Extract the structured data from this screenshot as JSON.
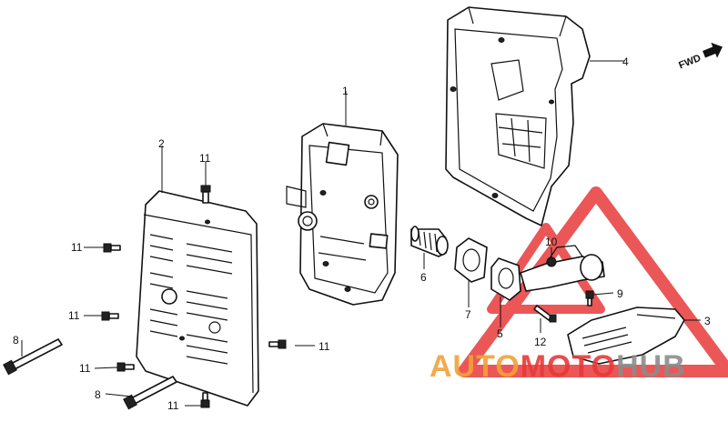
{
  "direction": {
    "label": "FWD"
  },
  "callouts": {
    "muffler": "1",
    "protector_front": "2",
    "protector_rear": "3",
    "shroud": "4",
    "gasket_b": "5",
    "arrester": "6",
    "gasket_a": "7",
    "stud_upper": "8",
    "stud_lower": "8",
    "screw_9": "9",
    "nut_10": "10",
    "bolt_top": "11",
    "bolt_left_upper": "11",
    "bolt_left_mid": "11",
    "bolt_right": "11",
    "bolt_left_low": "11",
    "bolt_bottom": "11",
    "bolt_12": "12"
  },
  "watermark": {
    "part1": "AUTO",
    "part2": "MOTO",
    "part3": "HUB",
    "colors": {
      "orange": "#f0a23a",
      "red": "#e8393a",
      "gray": "#8c8c8c"
    }
  }
}
